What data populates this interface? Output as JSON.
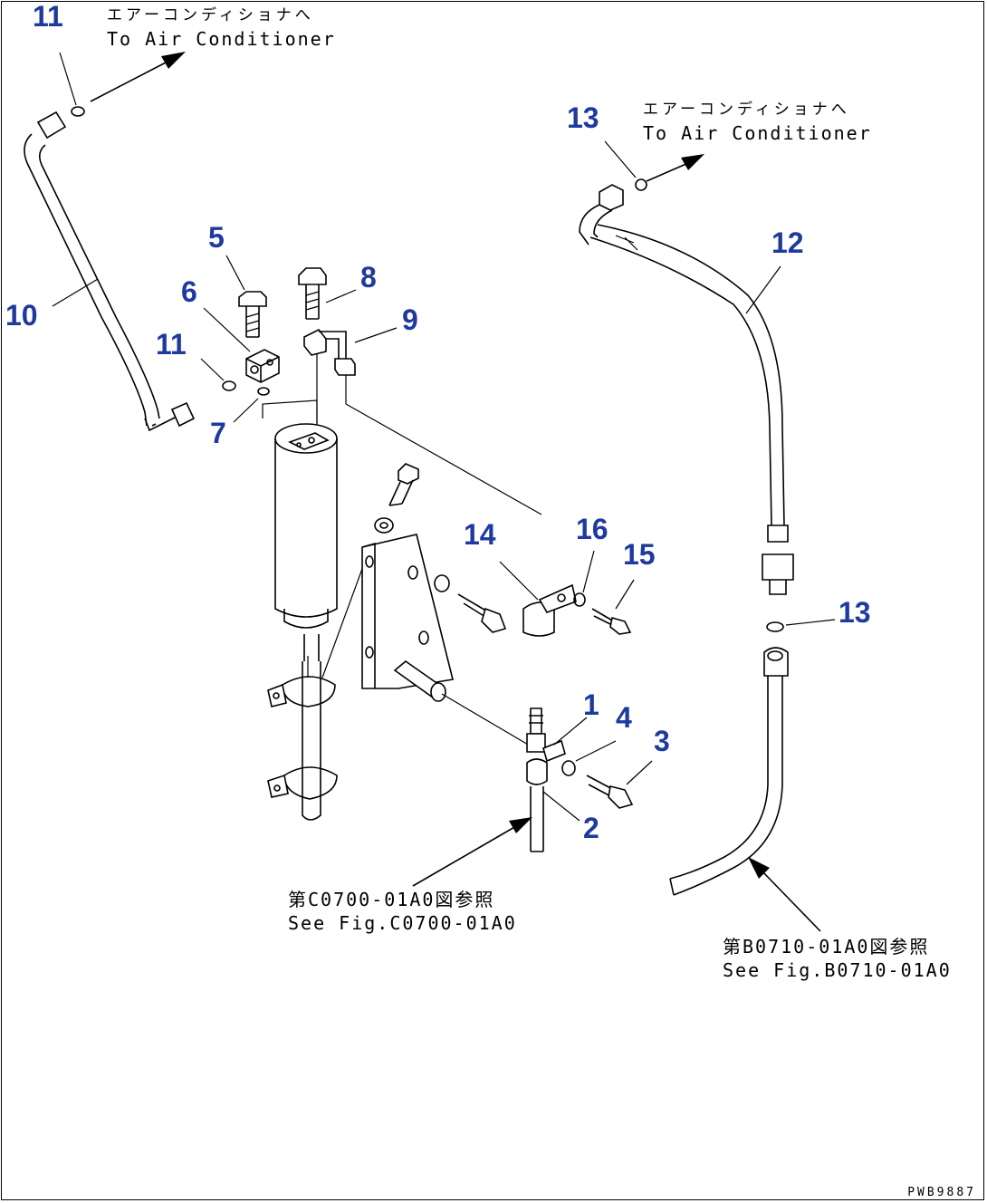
{
  "notes": {
    "top_left_jp": "エアーコンディショナへ",
    "top_left_en": "To Air Conditioner",
    "top_right_jp": "エアーコンディショナへ",
    "top_right_en": "To Air Conditioner",
    "ref_c_jp": "第C0700-01A0図参照",
    "ref_c_en": "See Fig.C0700-01A0",
    "ref_b_jp": "第B0710-01A0図参照",
    "ref_b_en": "See Fig.B0710-01A0"
  },
  "drawing_number": "PWB9887",
  "callouts": {
    "c1": "1",
    "c2": "2",
    "c3": "3",
    "c4": "4",
    "c5": "5",
    "c6": "6",
    "c7": "7",
    "c8": "8",
    "c9": "9",
    "c10": "10",
    "c11_top": "11",
    "c11_mid": "11",
    "c12": "12",
    "c13_top": "13",
    "c13_mid": "13",
    "c14": "14",
    "c15": "15",
    "c16": "16"
  },
  "colors": {
    "callout": "#1f3a9e",
    "line": "#000000",
    "background": "#ffffff"
  }
}
